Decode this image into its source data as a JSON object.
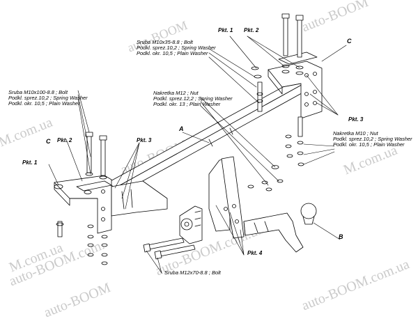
{
  "watermarks": {
    "top_right": "auto-BOOM",
    "top_left": "auto-BOOM",
    "left_edge": "M.com.ua",
    "center": "auto-BOOM.com.ua",
    "center_lower": "auto-BOOM.com.ua",
    "right_mid": "M.com.ua",
    "bottom_left": "auto-BOOM.com.",
    "bottom_mid": "auto-BOOM",
    "bottom_right": "auto-BOOM.com.ua",
    "left_lower": "M.com.ua"
  },
  "callouts": {
    "top_bolt": [
      "Sruba M10x35-8.8 ;  Bolt",
      "Podkl. sprez.10,2 ; Spring Washer",
      "Podkl. okr. 10,5 ; Plain Washer"
    ],
    "left_bolt": [
      "Sruba M10x100-8.8 ;  Bolt",
      "Podkl. sprez.10,2 ; Spring Washer",
      "Podkl. okr. 10,5 ; Plain Washer"
    ],
    "center_nut": [
      "Nakretka  M12 ; Nut",
      "Podkl. sprez.12,2 ; Spring Washer",
      "Podkl. okr. 13 ; Plain Washer"
    ],
    "right_nut": [
      "Nakretka  M10 ; Nut",
      "Podkl. sprez.10,2 ; Spring Washer",
      "Podkl. okr. 10,5 ; Plain Washer"
    ],
    "bottom_bolt": "Sruba M12x70-8.8 ;  Bolt"
  },
  "labels": {
    "pkt1_top": "Pkt. 1",
    "pkt2_top": "Pkt. 2",
    "pkt3_right": "Pkt. 3",
    "pkt1_left": "Pkt. 1",
    "pkt2_left": "Pkt. 2",
    "pkt3_left": "Pkt. 3",
    "pkt4": "Pkt. 4",
    "part_a": "A",
    "part_b": "B",
    "part_c_right": "C",
    "part_c_left": "C"
  }
}
